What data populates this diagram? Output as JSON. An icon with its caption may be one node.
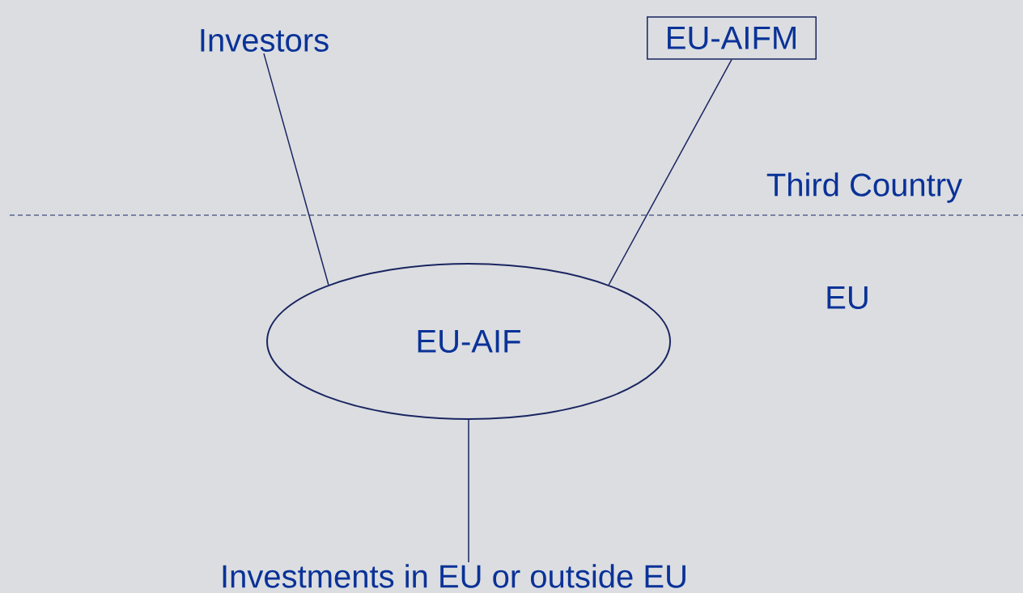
{
  "diagram": {
    "nodes": [
      {
        "text": [
          "Investors"
        ]
      },
      {
        "text": [
          "EU-AIFM"
        ]
      },
      {
        "text": [
          "EU-AIF"
        ]
      },
      {
        "text": [
          "Investments in EU or outside EU"
        ]
      }
    ],
    "edges": [
      {
        "from": 0,
        "to": 2,
        "arrow": "none"
      },
      {
        "from": 1,
        "to": 2,
        "arrow": "none"
      },
      {
        "from": 2,
        "to": 3,
        "arrow": "none"
      }
    ],
    "labels": [
      "Third Country",
      "EU"
    ]
  }
}
